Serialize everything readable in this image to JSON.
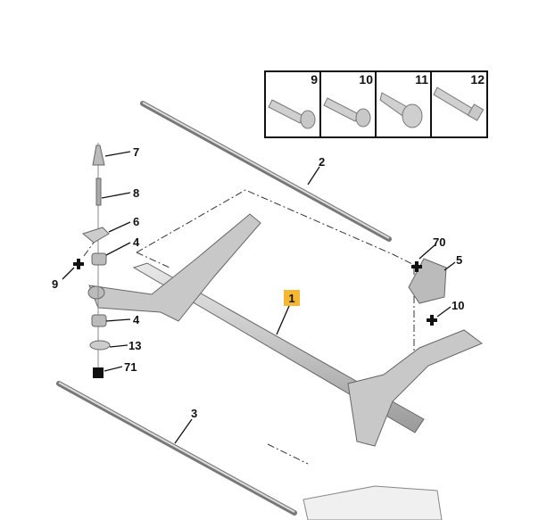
{
  "inset": {
    "cells": [
      {
        "ref": "9",
        "icon": "flange-screw-icon"
      },
      {
        "ref": "10",
        "icon": "flange-screw-icon"
      },
      {
        "ref": "11",
        "icon": "pan-head-screw-icon"
      },
      {
        "ref": "12",
        "icon": "hex-screw-icon"
      }
    ]
  },
  "callouts": {
    "anti_roll_bar_upper": "2",
    "anti_roll_bar_lower": "3",
    "axle_beam": "1",
    "cap": "7",
    "stud": "8",
    "bracket": "6",
    "bush_upper": "4",
    "screw_left": "9",
    "bush_lower": "4",
    "washer": "13",
    "nut": "71",
    "nut_right": "70",
    "mount": "5",
    "screw_right": "10"
  },
  "colors": {
    "highlight": "#f5b731",
    "part": "#c9c9c9",
    "outline": "#555555"
  }
}
